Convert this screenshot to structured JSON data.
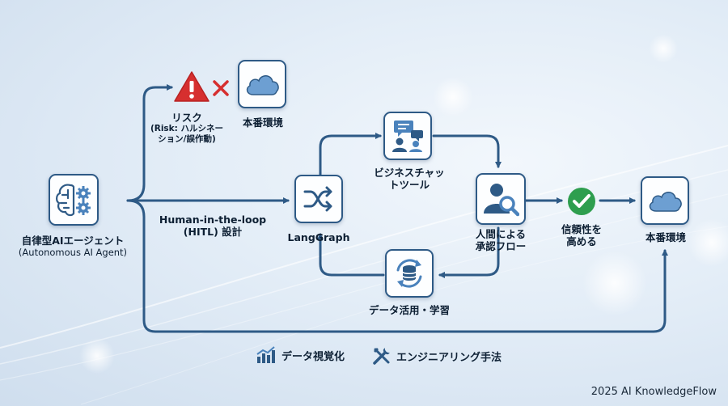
{
  "nodes": {
    "agent": {
      "label": "自律型AIエージェント",
      "sublabel": "(Autonomous AI Agent)"
    },
    "risk": {
      "label": "リスク",
      "detail_line1": "(Risk: ハルシネー",
      "detail_line2": "ション/誤作動)"
    },
    "prod_top": {
      "label": "本番環境"
    },
    "langgraph": {
      "label": "LangGraph"
    },
    "chat_tool": {
      "label_line1": "ビジネスチャッ",
      "label_line2": "トツール"
    },
    "human_approval": {
      "label_line1": "人間による",
      "label_line2": "承認フロー"
    },
    "trust": {
      "label_line1": "信頼性を",
      "label_line2": "高める"
    },
    "prod_right": {
      "label": "本番環境"
    },
    "data_learning": {
      "label": "データ活用・学習"
    }
  },
  "edge_labels": {
    "hitl_line1": "Human-in-the-loop",
    "hitl_line2": "(HITL) 設計"
  },
  "legend": {
    "data_viz": "データ視覚化",
    "engineering": "エンジニアリング手法"
  },
  "footer": "2025 AI KnowledgeFlow",
  "colors": {
    "line": "#2e5a86",
    "risk": "#d62f2f",
    "cloud": "#6d9fd2",
    "check": "#2e9e4e",
    "icon": "#4a82bc"
  }
}
